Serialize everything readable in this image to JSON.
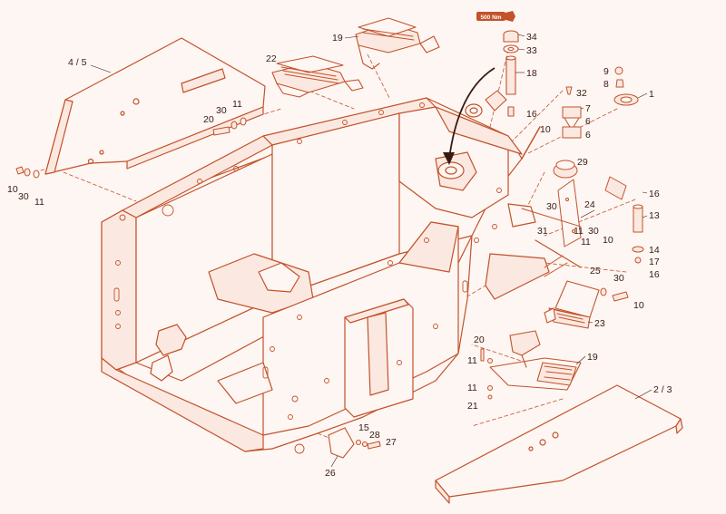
{
  "colors": {
    "background": "#fdf6f3",
    "line": "#c3522a",
    "fill": "#fbe9e1",
    "label": "#3a1a10",
    "torque_badge": "#c3522a"
  },
  "torque": "500 Nm",
  "labels": {
    "p45": "4 / 5",
    "p22": "22",
    "p19a": "19",
    "p34": "34",
    "p33": "33",
    "p18": "18",
    "p9": "9",
    "p8": "8",
    "p1": "1",
    "p32": "32",
    "p7": "7",
    "p6a": "6",
    "p6b": "6",
    "p16a": "16",
    "p11a": "11",
    "p30a": "30",
    "p20a": "20",
    "p29": "29",
    "p16b": "16",
    "p24": "24",
    "p13": "13",
    "p10a": "10",
    "p30b": "30",
    "p11b": "11",
    "p31": "31",
    "p30c": "30",
    "p11c": "11",
    "p10b": "10",
    "p14": "14",
    "p17": "17",
    "p16c": "16",
    "p25": "25",
    "p30d": "30",
    "p10c": "10",
    "p23": "23",
    "p20b": "20",
    "p11d": "11",
    "p19b": "19",
    "p11e": "11",
    "p21": "21",
    "p23b": "2 / 3",
    "p15": "15",
    "p28": "28",
    "p27": "27",
    "p26": "26",
    "p10d": "10",
    "p30e": "30",
    "p11f": "11"
  }
}
